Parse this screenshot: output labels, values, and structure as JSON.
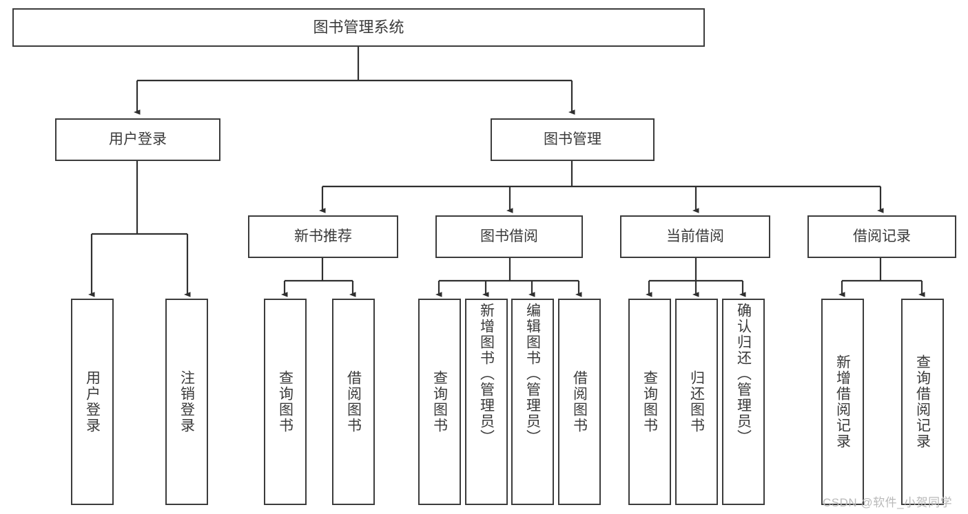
{
  "diagram": {
    "type": "tree-hierarchy",
    "title": "图书管理系统",
    "stroke_color": "#3b3b3b",
    "text_color": "#3a3a3a",
    "background_color": "#ffffff",
    "root": {
      "label": "图书管理系统"
    },
    "level1": [
      {
        "label": "用户登录"
      },
      {
        "label": "图书管理"
      }
    ],
    "level2": [
      {
        "label": "新书推荐"
      },
      {
        "label": "图书借阅"
      },
      {
        "label": "当前借阅"
      },
      {
        "label": "借阅记录"
      }
    ],
    "leaves": {
      "user_login": [
        {
          "label": "用户登录"
        },
        {
          "label": "注销登录"
        }
      ],
      "new_book_recommend": [
        {
          "label": "查询图书"
        },
        {
          "label": "借阅图书"
        }
      ],
      "book_borrow": [
        {
          "label": "查询图书"
        },
        {
          "label": "新增图书（管理员）"
        },
        {
          "label": "编辑图书（管理员）"
        },
        {
          "label": "借阅图书"
        }
      ],
      "current_borrow": [
        {
          "label": "查询图书"
        },
        {
          "label": "归还图书"
        },
        {
          "label": "确认归还（管理员）"
        }
      ],
      "borrow_record": [
        {
          "label": "新增借阅记录"
        },
        {
          "label": "查询借阅记录"
        }
      ]
    }
  },
  "watermark": {
    "text": "CSDN @软件_小贺同学"
  }
}
